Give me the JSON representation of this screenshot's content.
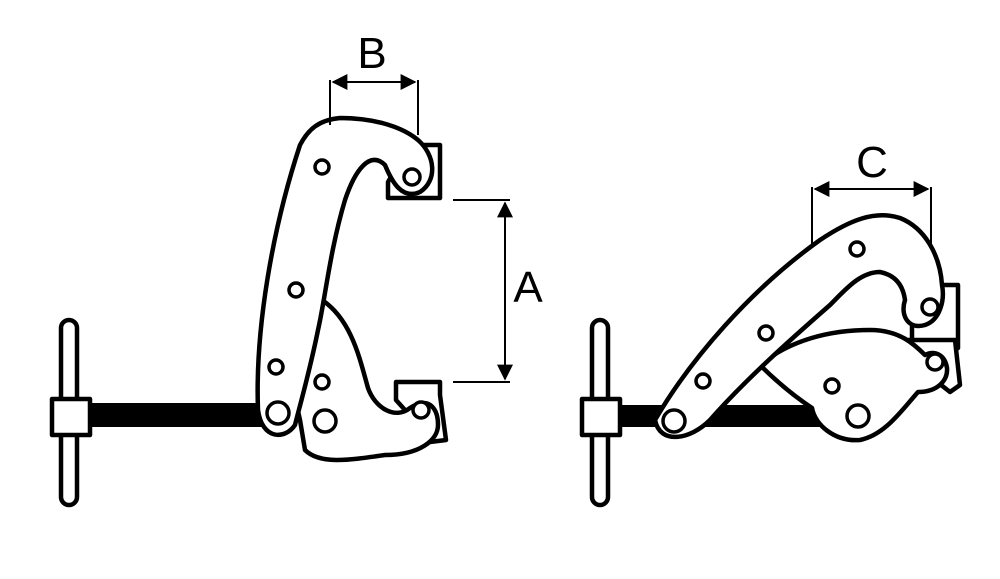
{
  "labels": {
    "a": "A",
    "b": "B",
    "c": "C"
  },
  "colors": {
    "line": "#000000",
    "background": "#ffffff"
  }
}
